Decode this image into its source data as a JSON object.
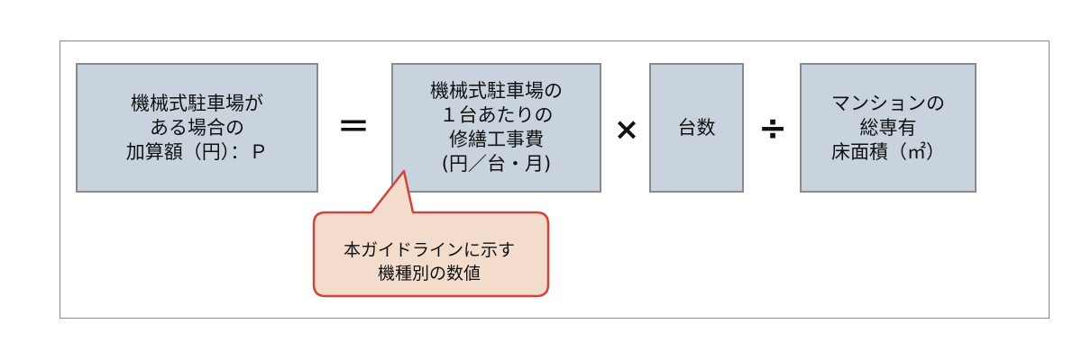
{
  "formula": {
    "result_box": {
      "lines": [
        "機械式駐車場が",
        "ある場合の",
        "加算額（円）：Ｐ"
      ]
    },
    "equals_symbol": "＝",
    "cost_box": {
      "lines": [
        "機械式駐車場の",
        "１台あたりの",
        "修繕工事費",
        "(円／台・月)"
      ]
    },
    "multiply_symbol": "×",
    "count_box": {
      "lines": [
        "台数"
      ]
    },
    "divide_symbol": "÷",
    "area_box": {
      "lines": [
        "マンションの",
        "総専有",
        "床面積（㎡）"
      ]
    }
  },
  "callout": {
    "lines": [
      "本ガイドラインに示す",
      "機種別の数値"
    ],
    "fill_color": "#f3dccc",
    "border_color": "#d1443a"
  },
  "colors": {
    "box_fill": "#c8d3de",
    "box_border": "#8a8a8a"
  }
}
